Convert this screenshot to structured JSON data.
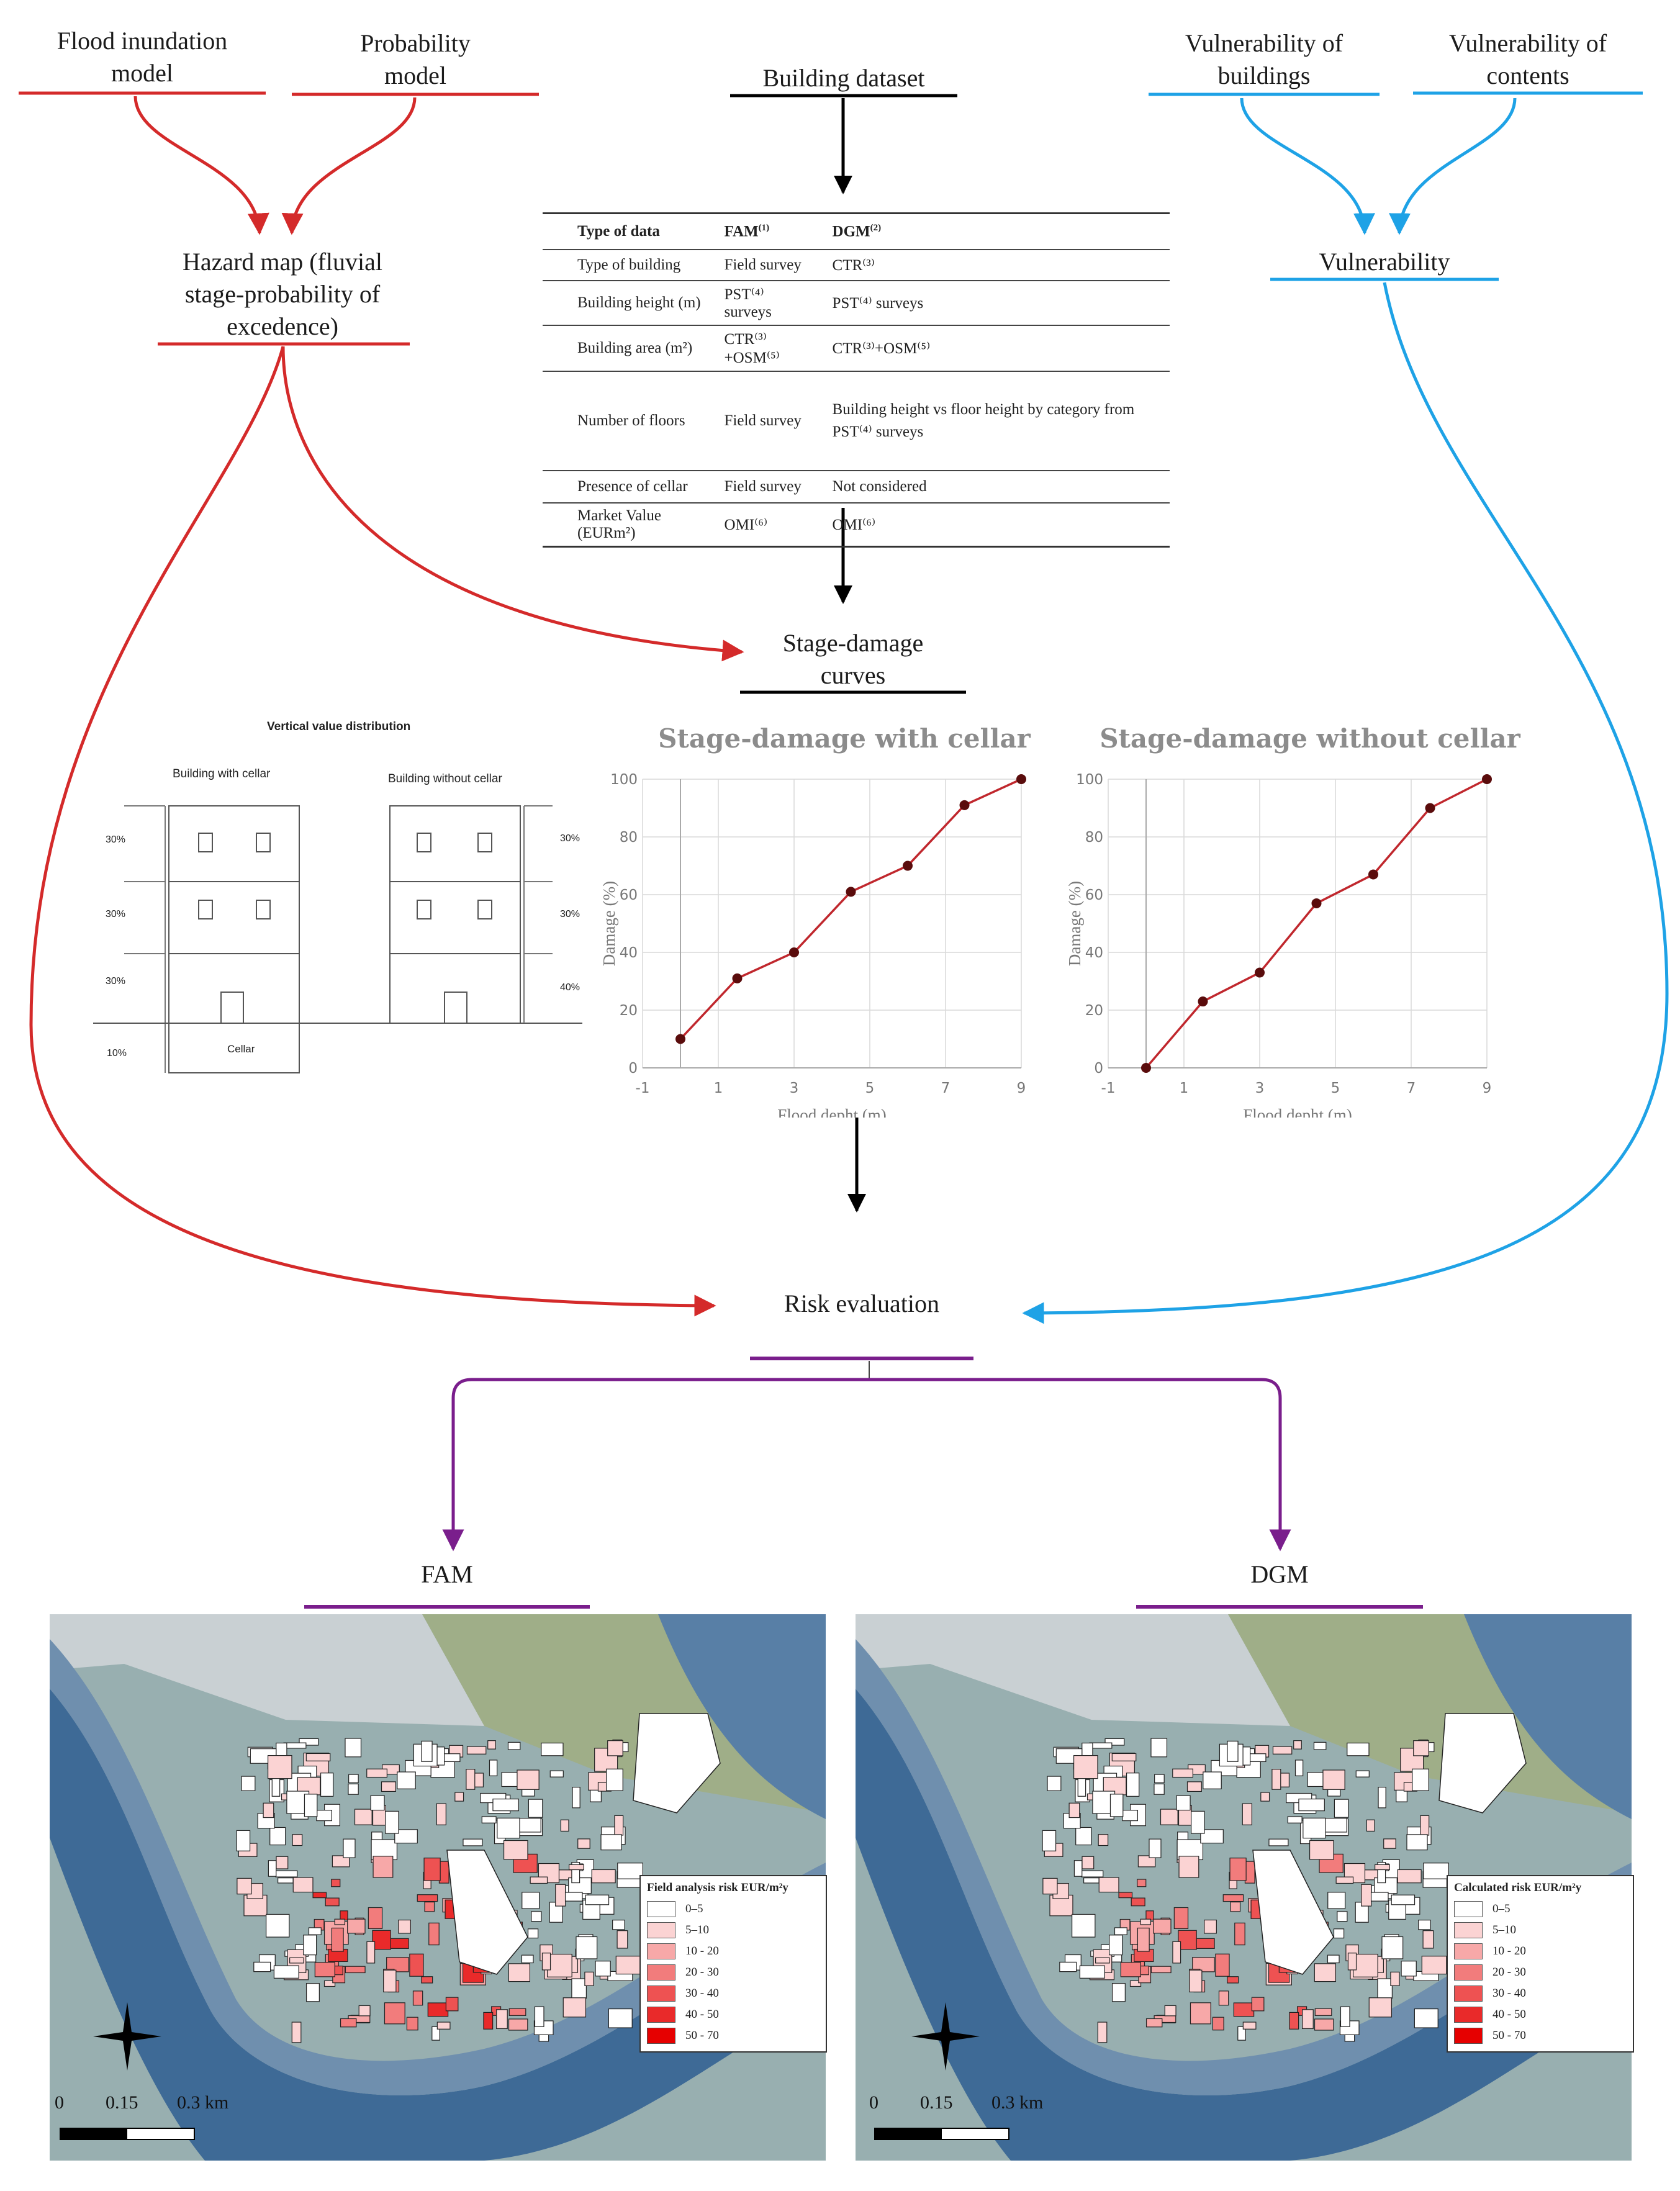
{
  "top_left": {
    "flood_model": [
      "Flood inundation",
      "model"
    ],
    "probability_model": [
      "Probability",
      "model"
    ],
    "hazard_map": [
      "Hazard map (fluvial",
      "stage-probability of",
      "excedence)"
    ]
  },
  "top_center": {
    "building_dataset": "Building dataset"
  },
  "top_right": {
    "vuln_buildings": [
      "Vulnerability of",
      "buildings"
    ],
    "vuln_contents": [
      "Vulnerability of",
      "contents"
    ],
    "vulnerability": "Vulnerability"
  },
  "building_table": {
    "headers": [
      "Type of data",
      "FAM",
      "DGM"
    ],
    "header_sups": [
      "",
      "(1)",
      "(2)"
    ],
    "rows": [
      [
        "Type of building",
        "Field survey",
        "CTR⁽³⁾"
      ],
      [
        "Building height (m)",
        "PST⁽⁴⁾ surveys",
        "PST⁽⁴⁾ surveys"
      ],
      [
        "Building area (m²)",
        "CTR⁽³⁾+OSM⁽⁵⁾",
        "CTR⁽³⁾+OSM⁽⁵⁾"
      ],
      [
        "Number of floors",
        "Field survey",
        "Building height vs floor height by category from PST⁽⁴⁾ surveys"
      ],
      [
        "Presence of cellar",
        "Field survey",
        "Not considered"
      ],
      [
        "Market Value (EURm²)",
        "OMI⁽⁶⁾",
        "OMI⁽⁶⁾"
      ]
    ]
  },
  "stage_damage": [
    "Stage-damage",
    "curves"
  ],
  "vertical_value": {
    "title": "Vertical value distribution",
    "with_cellar": "Building with cellar",
    "without_cellar": "Building without cellar",
    "left_pcts": [
      "30%",
      "30%",
      "30%",
      "10%"
    ],
    "right_pcts": [
      "30%",
      "30%",
      "40%"
    ],
    "cellar_label": "Cellar"
  },
  "chart_data": [
    {
      "type": "line",
      "title": "Stage-damage with cellar",
      "xlabel": "Flood depht (m)",
      "ylabel": "Damage (%)",
      "xlim": [
        -1,
        9
      ],
      "ylim": [
        0,
        100
      ],
      "xticks": [
        "-1",
        "1",
        "3",
        "5",
        "7",
        "9"
      ],
      "yticks": [
        "0",
        "20",
        "40",
        "60",
        "80",
        "100"
      ],
      "grid": true,
      "x": [
        0,
        1.5,
        3,
        4.5,
        6,
        7.5,
        9
      ],
      "y": [
        10,
        31,
        40,
        61,
        70,
        91,
        100
      ]
    },
    {
      "type": "line",
      "title": "Stage-damage without cellar",
      "xlabel": "Flood depht (m)",
      "ylabel": "Damage (%)",
      "xlim": [
        -1,
        9
      ],
      "ylim": [
        0,
        100
      ],
      "xticks": [
        "-1",
        "1",
        "3",
        "5",
        "7",
        "9"
      ],
      "yticks": [
        "0",
        "20",
        "40",
        "60",
        "80",
        "100"
      ],
      "grid": true,
      "x": [
        0,
        1.5,
        3,
        4.5,
        6,
        7.5,
        9
      ],
      "y": [
        0,
        23,
        33,
        57,
        67,
        90,
        100
      ]
    }
  ],
  "risk_evaluation": "Risk evaluation",
  "outputs": {
    "fam": "FAM",
    "dgm": "DGM"
  },
  "legend_fam": {
    "title": "Field analysis risk EUR/m²y"
  },
  "legend_dgm": {
    "title": "Calculated risk EUR/m²y"
  },
  "legend_classes": [
    "0–5",
    "5–10",
    "10 - 20",
    "20 - 30",
    "30 - 40",
    "40 - 50",
    "50 - 70"
  ],
  "legend_colors": [
    "#ffffff",
    "#fbd3d3",
    "#f7a8a8",
    "#f27c7c",
    "#ee5252",
    "#e92a2a",
    "#e60000"
  ],
  "scalebar": [
    "0",
    "0.15",
    "0.3 km"
  ],
  "colors": {
    "hazard": "#d42a2a",
    "vulnerability": "#1ea2e6",
    "outputs": "#7a1e8c",
    "neutral": "#000000"
  }
}
